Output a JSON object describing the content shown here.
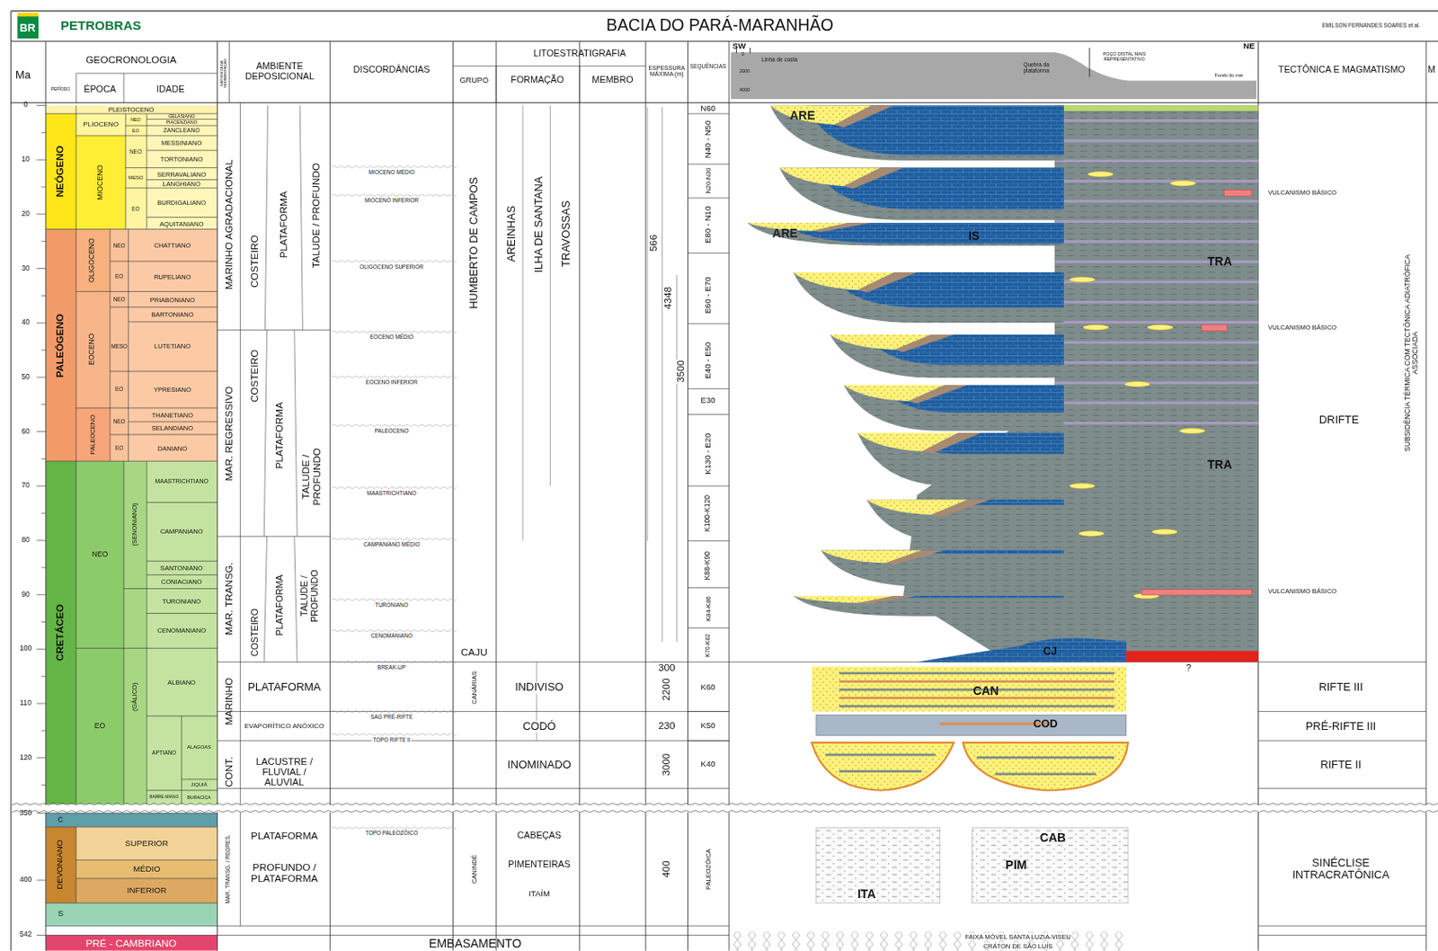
{
  "diagram": {
    "title": "BACIA DO PARÁ-MARANHÃO",
    "labels": [
      "PETROBRAS",
      "BR",
      "EMILSON FERNANDES SOARES et al.",
      "Ma",
      "GEOCRONOLOGIA",
      "PERÍODO",
      "ÉPOCA",
      "IDADE",
      "NATUREZA DA SEDIMENTAÇÃO",
      "AMBIENTE DEPOSICIONAL",
      "DISCORDÂNCIAS",
      "LITOESTRATIGRAFIA",
      "GRUPO",
      "FORMAÇÃO",
      "MEMBRO",
      "ESPESSURA MÁXIMA (m)",
      "SEQUÊNCIAS",
      "SW",
      "NE",
      "Linha de costa",
      "Quebra da plataforma",
      "POÇO DISTAL MAIS REPRESENTATIVO",
      "Fundo do mar",
      "0",
      "2000",
      "4000",
      "TECTÔNICA E MAGMATISMO",
      "M",
      "0",
      "10",
      "20",
      "30",
      "40",
      "50",
      "60",
      "70",
      "80",
      "90",
      "100",
      "110",
      "120",
      "350",
      "400",
      "542",
      "NEÓGENO",
      "PALEÓGENO",
      "CRETÁCEO",
      "PLEISTOCENO",
      "C",
      "DEVONIANO",
      "S",
      "PRÉ - CAMBRIANO",
      "PLIOCENO",
      "MIOCENO",
      "OLIGOCENO",
      "EOCENO",
      "PALEOCENO",
      "NEO",
      "EO",
      "(SENONIANO)",
      "(GÁLICO)",
      "SUPERIOR",
      "MÉDIO",
      "INFERIOR",
      "NEO",
      "EO",
      "NEO",
      "MESO",
      "EO",
      "NEO",
      "EO",
      "NEO",
      "MESO",
      "EO",
      "NEO",
      "EO",
      "GELASIANO",
      "PIACENZIANO",
      "ZANCLEANO",
      "MESSINIANO",
      "TORTONIANO",
      "SERRAVALIANO",
      "LANGHIANO",
      "BURDIGALIANO",
      "AQUITANIANO",
      "CHATTIANO",
      "RUPELIANO",
      "PRIABONIANO",
      "BARTONIANO",
      "LUTETIANO",
      "YPRESIANO",
      "THANETIANO",
      "SELANDIANO",
      "DANIANO",
      "MAASTRICHTIANO",
      "CAMPANIANO",
      "SANTONIANO",
      "CONIACIANO",
      "TURONIANO",
      "CENOMANIANO",
      "ALBIANO",
      "APTIANO",
      "ALAGOAS",
      "JIQUIÁ",
      "BARRE-MIANO",
      "BURACICA",
      "MARINHO AGRADACIONAL",
      "MAR. REGRESSIVO",
      "MAR. TRANSG.",
      "MARINHO",
      "CONT.",
      "MAR. TRANSG. / REGRES.",
      "COSTEIRO",
      "PLATAFORMA",
      "TALUDE / PROFUNDO",
      "COSTEIRO",
      "PLATAFORMA",
      "TALUDE / PROFUNDO",
      "COSTEIRO",
      "PLATAFORMA",
      "TALUDE / PROFUNDO",
      "PLATAFORMA",
      "EVAPORÍTICO ANÓXICO",
      "LACUSTRE / FLUVIAL / ALUVIAL",
      "PLATAFORMA",
      "PROFUNDO / PLATAFORMA",
      "MIOCENO MÉDIO",
      "MIOCENO INFERIOR",
      "OLIGOCENO SUPERIOR",
      "EOCENO MÉDIO",
      "EOCENO INFERIOR",
      "PALEOCENO",
      "MAASTRICHTIANO",
      "CAMPANIANO MÉDIO",
      "TURONIANO",
      "CENOMANIANO",
      "BREAK-UP",
      "SAG PRÉ-RIFTE",
      "TOPO RIFTE II",
      "TOPO PALEOZÓICO",
      "EMBASAMENTO",
      "HUMBERTO DE CAMPOS",
      "CAJU",
      "CANÁRIAS",
      "CANINDÉ",
      "AREINHAS",
      "ILHA DE SANTANA",
      "TRAVOSSAS",
      "INDIVISO",
      "CODÓ",
      "INOMINADO",
      "CABEÇAS",
      "PIMENTEIRAS",
      "ITAÍM",
      "566",
      "4348",
      "3500",
      "300",
      "2200",
      "230",
      "3000",
      "400",
      "N60",
      "N40 - N50",
      "N20-N30",
      "E80 - N10",
      "E60 - E70",
      "E40 - E50",
      "E30",
      "K130 - E20",
      "K100-K120",
      "K88-K90",
      "K84-K86",
      "K70-K82",
      "K60",
      "K50",
      "K40",
      "PALEOZÓICA",
      "ARE",
      "IS",
      "ARE",
      "TRA",
      "TRA",
      "CJ",
      "CAN",
      "COD",
      "?",
      "CAB",
      "PIM",
      "ITA",
      "FAIXA MÓVEL SANTA LUZIA-VISEU",
      "CRÁTON DE SÃO LUÍS",
      "VULCANISMO BÁSICO",
      "VULCANISMO BÁSICO",
      "VULCANISMO BÁSICO",
      "DRIFTE",
      "SUBSIDÊNCIA TÉRMICA COM TECTÔNICA ADIATRÓFICA ASSOCIADA",
      "RIFTE III",
      "PRÉ-RIFTE III",
      "RIFTE II",
      "SINÉCLISE INTRACRATÔNICA"
    ]
  }
}
